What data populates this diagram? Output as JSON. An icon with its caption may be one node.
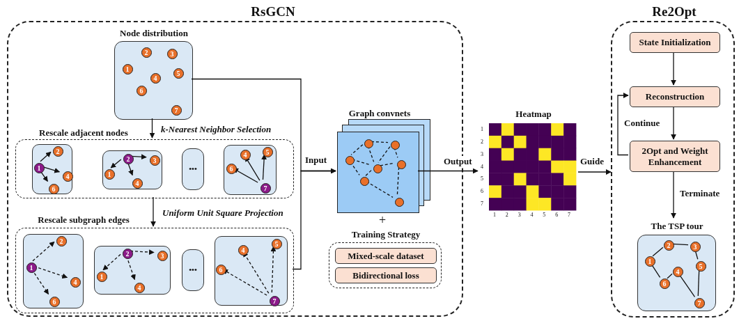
{
  "diagram": {
    "nodes": [
      {
        "text": [
          "RsGCN"
        ]
      },
      {
        "text": [
          "Node distribution"
        ],
        "in": 0
      },
      {
        "text": [
          "1"
        ],
        "in": 1
      },
      {
        "text": [
          "2"
        ],
        "in": 1
      },
      {
        "text": [
          "3"
        ],
        "in": 1
      },
      {
        "text": [
          "4"
        ],
        "in": 1
      },
      {
        "text": [
          "5"
        ],
        "in": 1
      },
      {
        "text": [
          "6"
        ],
        "in": 1
      },
      {
        "text": [
          "7"
        ],
        "in": 1
      },
      {
        "text": [
          "Rescale adjacent nodes"
        ],
        "in": 0
      },
      {
        "text": [],
        "shape": "box",
        "in": 9
      },
      {
        "text": [
          "1"
        ],
        "in": 10
      },
      {
        "text": [
          "2"
        ],
        "in": 10
      },
      {
        "text": [
          "4"
        ],
        "in": 10
      },
      {
        "text": [
          "6"
        ],
        "in": 10
      },
      {
        "text": [],
        "shape": "box",
        "in": 9
      },
      {
        "text": [
          "2"
        ],
        "in": 15
      },
      {
        "text": [
          "3"
        ],
        "in": 15
      },
      {
        "text": [
          "1"
        ],
        "in": 15
      },
      {
        "text": [
          "4"
        ],
        "in": 15
      },
      {
        "text": [
          "•••"
        ],
        "in": 9
      },
      {
        "text": [],
        "shape": "box",
        "in": 9
      },
      {
        "text": [
          "4"
        ],
        "in": 21
      },
      {
        "text": [
          "5"
        ],
        "in": 21
      },
      {
        "text": [
          "6"
        ],
        "in": 21
      },
      {
        "text": [
          "7"
        ],
        "in": 21
      },
      {
        "text": [
          "Rescale subgraph edges"
        ],
        "in": 0
      },
      {
        "text": [],
        "shape": "box",
        "in": 26
      },
      {
        "text": [
          "1"
        ],
        "in": 27
      },
      {
        "text": [
          "2"
        ],
        "in": 27
      },
      {
        "text": [
          "4"
        ],
        "in": 27
      },
      {
        "text": [
          "6"
        ],
        "in": 27
      },
      {
        "text": [],
        "shape": "box",
        "in": 26
      },
      {
        "text": [
          "2"
        ],
        "in": 32
      },
      {
        "text": [
          "3"
        ],
        "in": 32
      },
      {
        "text": [
          "1"
        ],
        "in": 32
      },
      {
        "text": [
          "4"
        ],
        "in": 32
      },
      {
        "text": [
          "•••"
        ],
        "in": 26
      },
      {
        "text": [],
        "shape": "box",
        "in": 26
      },
      {
        "text": [
          "4"
        ],
        "in": 38
      },
      {
        "text": [
          "5"
        ],
        "in": 38
      },
      {
        "text": [
          "6"
        ],
        "in": 38
      },
      {
        "text": [
          "7"
        ],
        "in": 38
      },
      {
        "text": [
          "Graph convnets"
        ],
        "in": 0
      },
      {
        "text": [],
        "shape": "circle",
        "in": 43
      },
      {
        "text": [],
        "shape": "circle",
        "in": 43
      },
      {
        "text": [],
        "shape": "circle",
        "in": 43
      },
      {
        "text": [],
        "shape": "circle",
        "in": 43
      },
      {
        "text": [],
        "shape": "circle",
        "in": 43
      },
      {
        "text": [],
        "shape": "circle",
        "in": 43
      },
      {
        "text": [],
        "shape": "circle",
        "in": 43
      },
      {
        "text": [
          "Training Strategy"
        ],
        "in": 0
      },
      {
        "text": [
          "Mixed-scale dataset"
        ],
        "in": 51
      },
      {
        "text": [
          "Bidirectional loss"
        ],
        "in": 51
      },
      {
        "text": [
          "Heatmap"
        ],
        "beside": [
          "1",
          "2",
          "3",
          "4",
          "5",
          "6",
          "7",
          "1",
          "2",
          "3",
          "4",
          "5",
          "6",
          "7"
        ]
      },
      {
        "text": [
          "Re2Opt"
        ]
      },
      {
        "text": [
          "State Initialization"
        ],
        "in": 55
      },
      {
        "text": [
          "Reconstruction"
        ],
        "in": 55
      },
      {
        "text": [
          "2Opt and Weight Enhancement"
        ],
        "in": 55
      },
      {
        "text": [
          "The TSP tour"
        ],
        "in": 55
      },
      {
        "text": [
          "1"
        ],
        "in": 59
      },
      {
        "text": [
          "2"
        ],
        "in": 59
      },
      {
        "text": [
          "3"
        ],
        "in": 59
      },
      {
        "text": [
          "4"
        ],
        "in": 59
      },
      {
        "text": [
          "5"
        ],
        "in": 59
      },
      {
        "text": [
          "6"
        ],
        "in": 59
      },
      {
        "text": [
          "7"
        ],
        "in": 59
      }
    ],
    "edges": [
      {
        "from": 1,
        "to": 9,
        "arrow": "to",
        "label": "k-Nearest Neighbor Selection"
      },
      {
        "from": 9,
        "to": 26,
        "arrow": "to",
        "label": "Uniform Unit Square Projection"
      },
      {
        "from": 1,
        "to": 43,
        "arrow": "to",
        "label": "Input"
      },
      {
        "from": 26,
        "to": 43,
        "arrow": "to"
      },
      {
        "from": 43,
        "to": 54,
        "arrow": "to",
        "label": "Output"
      },
      {
        "from": 54,
        "to": 55,
        "arrow": "to",
        "label": "Guide"
      },
      {
        "from": 56,
        "to": 57,
        "arrow": "to"
      },
      {
        "from": 57,
        "to": 58,
        "arrow": "to"
      },
      {
        "from": 58,
        "to": 57,
        "arrow": "to",
        "label": "Continue"
      },
      {
        "from": 58,
        "to": 59,
        "arrow": "to",
        "label": "Terminate"
      },
      {
        "from": 11,
        "to": 12,
        "arrow": "to"
      },
      {
        "from": 11,
        "to": 13,
        "arrow": "to"
      },
      {
        "from": 11,
        "to": 14,
        "arrow": "to"
      },
      {
        "from": 16,
        "to": 17,
        "arrow": "to"
      },
      {
        "from": 16,
        "to": 18,
        "arrow": "to"
      },
      {
        "from": 16,
        "to": 19,
        "arrow": "to"
      },
      {
        "from": 25,
        "to": 22,
        "arrow": "to"
      },
      {
        "from": 25,
        "to": 23,
        "arrow": "to"
      },
      {
        "from": 25,
        "to": 24,
        "arrow": "to"
      },
      {
        "from": 28,
        "to": 29,
        "arrow": "to",
        "style": "dashed"
      },
      {
        "from": 28,
        "to": 30,
        "arrow": "to",
        "style": "dashed"
      },
      {
        "from": 28,
        "to": 31,
        "arrow": "to",
        "style": "dashed"
      },
      {
        "from": 33,
        "to": 34,
        "arrow": "to",
        "style": "dashed"
      },
      {
        "from": 33,
        "to": 35,
        "arrow": "to",
        "style": "dashed"
      },
      {
        "from": 33,
        "to": 36,
        "arrow": "to",
        "style": "dashed"
      },
      {
        "from": 42,
        "to": 39,
        "arrow": "to",
        "style": "dashed"
      },
      {
        "from": 42,
        "to": 40,
        "arrow": "to",
        "style": "dashed"
      },
      {
        "from": 42,
        "to": 41,
        "arrow": "to",
        "style": "dashed"
      },
      {
        "from": 44,
        "to": 45,
        "arrow": "none",
        "style": "dashed"
      },
      {
        "from": 44,
        "to": 46,
        "arrow": "none",
        "style": "dashed"
      },
      {
        "from": 44,
        "to": 47,
        "arrow": "none",
        "style": "dashed"
      },
      {
        "from": 45,
        "to": 47,
        "arrow": "none",
        "style": "dashed"
      },
      {
        "from": 45,
        "to": 48,
        "arrow": "none",
        "style": "dashed"
      },
      {
        "from": 46,
        "to": 47,
        "arrow": "none",
        "style": "dashed"
      },
      {
        "from": 46,
        "to": 49,
        "arrow": "none",
        "style": "dashed"
      },
      {
        "from": 49,
        "to": 47,
        "arrow": "none",
        "style": "dashed"
      },
      {
        "from": 47,
        "to": 48,
        "arrow": "none",
        "style": "dashed"
      },
      {
        "from": 48,
        "to": 50,
        "arrow": "none",
        "style": "dashed"
      },
      {
        "from": 49,
        "to": 50,
        "arrow": "none",
        "style": "dashed"
      },
      {
        "from": 60,
        "to": 61,
        "arrow": "none"
      },
      {
        "from": 61,
        "to": 62,
        "arrow": "none"
      },
      {
        "from": 62,
        "to": 64,
        "arrow": "none"
      },
      {
        "from": 64,
        "to": 66,
        "arrow": "none"
      },
      {
        "from": 66,
        "to": 63,
        "arrow": "none"
      },
      {
        "from": 63,
        "to": 65,
        "arrow": "none"
      },
      {
        "from": 65,
        "to": 60,
        "arrow": "none"
      }
    ],
    "labels": [
      "+"
    ]
  }
}
